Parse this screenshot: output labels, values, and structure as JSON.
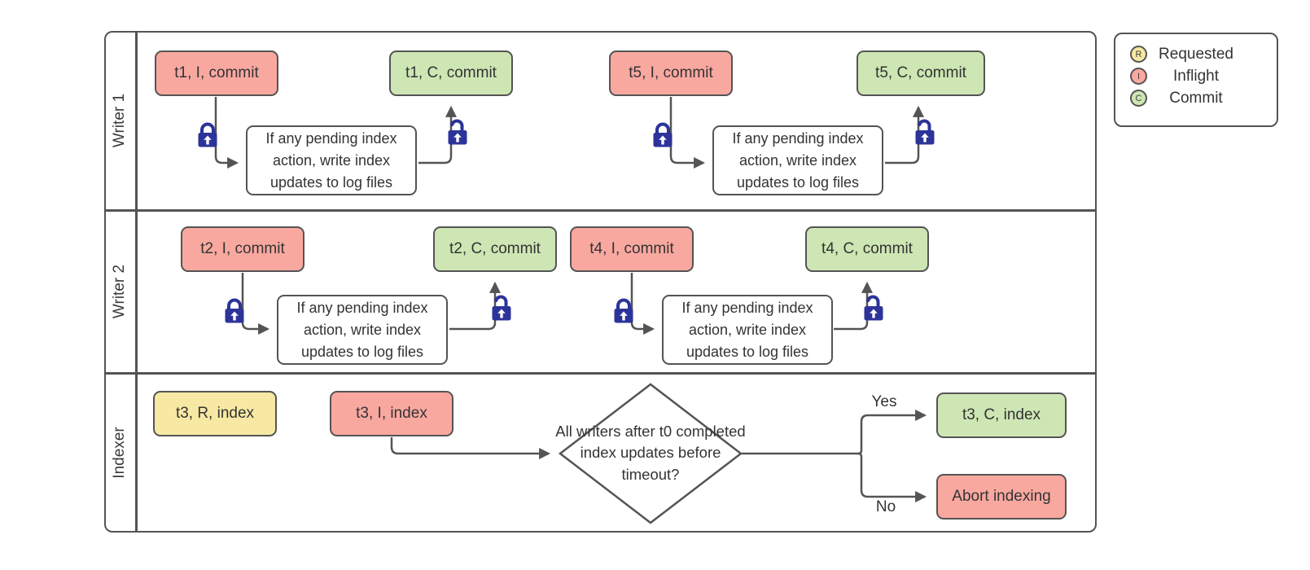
{
  "colors": {
    "inflight": "#F9A8A0",
    "commit": "#CDE6B3",
    "requested": "#F7E9A3",
    "note_bg": "#FFFFFF",
    "stroke": "#545454",
    "lock": "#2C3499"
  },
  "pool": {
    "lanes": [
      {
        "label": "Writer 1"
      },
      {
        "label": "Writer 2"
      },
      {
        "label": "Indexer"
      }
    ]
  },
  "nodes": {
    "t1_inflight": "t1, I, commit",
    "t1_commit": "t1, C, commit",
    "t5_inflight": "t5, I, commit",
    "t5_commit": "t5, C, commit",
    "t2_inflight": "t2, I, commit",
    "t2_commit": "t2, C, commit",
    "t4_inflight": "t4, I, commit",
    "t4_commit": "t4, C, commit",
    "t3_requested": "t3, R, index",
    "t3_inflight": "t3, I, index",
    "t3_commit": "t3, C, index",
    "abort": "Abort indexing",
    "pending_note": "If any pending index action, write index updates to log files",
    "decision": "All writers after t0 completed index updates before timeout?"
  },
  "edge_labels": {
    "yes": "Yes",
    "no": "No"
  },
  "legend": {
    "items": [
      {
        "symbol": "R",
        "label": "Requested"
      },
      {
        "symbol": "I",
        "label": "Inflight"
      },
      {
        "symbol": "C",
        "label": "Commit"
      }
    ]
  }
}
